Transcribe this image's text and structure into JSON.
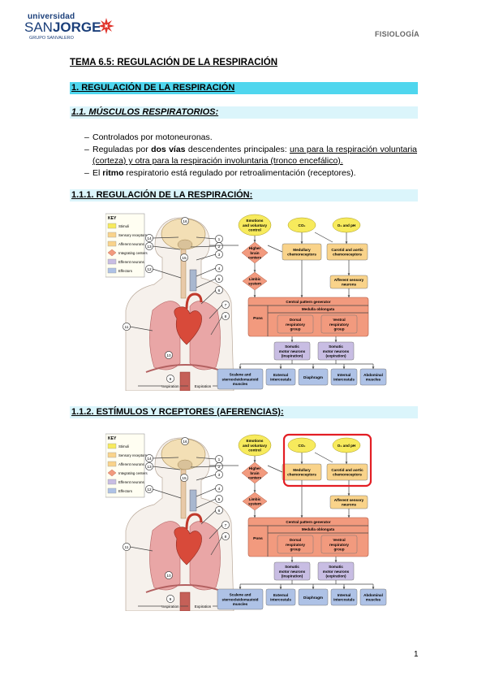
{
  "header": {
    "logo_line1": "universidad",
    "logo_line2_a": "SAN",
    "logo_line2_b": "JORGE",
    "logo_line3": "GRUPO SANVALERO",
    "subject": "FISIOLOGÍA"
  },
  "topic_title": "TEMA 6.5: REGULACIÓN DE LA RESPIRACIÓN",
  "section1": "1. REGULACIÓN DE LA RESPIRACIÓN",
  "section1_1": "1.1. MÚSCULOS RESPIRATORIOS:",
  "bullets": {
    "b1": "Controlados por motoneuronas.",
    "b2_pre": "Reguladas por ",
    "b2_bold": "dos vías",
    "b2_mid": " descendentes principales: ",
    "b2_under": "una para la respiración voluntaria (corteza) y otra para la respiración involuntaria (tronco encefálico).",
    "b3_pre": "El ",
    "b3_bold": "ritmo",
    "b3_post": " respiratorio está regulado por retroalimentación (receptores)."
  },
  "section1_1_1": "1.1.1. REGULACIÓN DE LA RESPIRACIÓN:",
  "section1_1_2": "1.1.2. ESTÍMULOS Y RCEPTORES (AFERENCIAS):",
  "figure": {
    "key_title": "KEY",
    "key_items": [
      "Stimuli",
      "Sensory receptors",
      "Afferent neurons",
      "Integrating centers",
      "Efferent neurons",
      "Effectors"
    ],
    "anatomy_numbers": [
      "16",
      "15",
      "14",
      "13",
      "12",
      "11",
      "10",
      "9",
      "1",
      "2",
      "3",
      "4",
      "5",
      "6",
      "7",
      "8"
    ],
    "inspiration": "Inspiration",
    "expiration": "Expiration",
    "emotions_l1": "Emotions",
    "emotions_l2": "and voluntary",
    "emotions_l3": "control",
    "co2": "CO₂",
    "o2ph": "O₂ and pH",
    "higher_l1": "Higher",
    "higher_l2": "brain",
    "higher_l3": "centers",
    "limbic_l1": "Limbic",
    "limbic_l2": "system",
    "medullary_l1": "Medullary",
    "medullary_l2": "chemoreceptors",
    "carotid_l1": "Carotid and aortic",
    "carotid_l2": "chemoreceptors",
    "afferent_l1": "Afferent sensory",
    "afferent_l2": "neurons",
    "cpg": "Central pattern generator",
    "medulla": "Medulla oblongata",
    "pons": "Pons",
    "dorsal_l1": "Dorsal",
    "dorsal_l2": "respiratory",
    "dorsal_l3": "group",
    "ventral_l1": "Ventral",
    "ventral_l2": "respiratory",
    "ventral_l3": "group",
    "som_insp_l1": "Somatic",
    "som_insp_l2": "motor neurons",
    "som_insp_l3": "(inspiration)",
    "som_exp_l1": "Somatic",
    "som_exp_l2": "motor neurons",
    "som_exp_l3": "(expiration)",
    "scalene_l1": "Scalene and",
    "scalene_l2": "sternocleidomastoid",
    "scalene_l3": "muscles",
    "ext_l1": "External",
    "ext_l2": "intercostals",
    "diaphragm": "Diaphragm",
    "int_l1": "Internal",
    "int_l2": "intercostals",
    "abd_l1": "Abdominal",
    "abd_l2": "muscles"
  },
  "colors": {
    "stimulus": "#f7ea5c",
    "sensory": "#f9d38a",
    "integrating": "#f29a7e",
    "efferent": "#c8bde3",
    "effector": "#aec2e6",
    "highlight": "#e31e24",
    "bar_dark": "#4fd6ee",
    "bar_light": "#dbf5fb"
  },
  "page_number": "1"
}
